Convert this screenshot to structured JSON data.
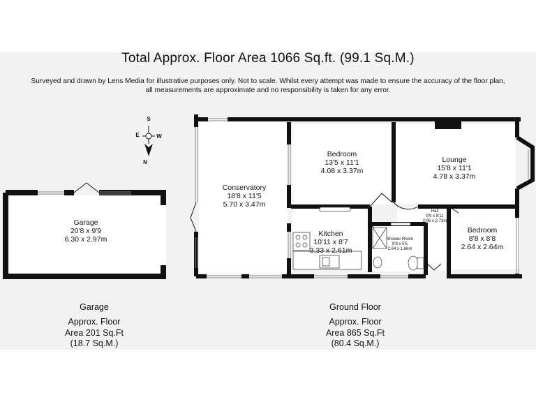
{
  "title": "Total Approx. Floor Area 1066 Sq.ft. (99.1 Sq.M.)",
  "disclaimer": [
    "Surveyed and drawn by Lens Media for illustrative purposes only. Not to scale. Whilst every attempt was made to ensure the accuracy of the floor plan,",
    "all measurements are approximate and no responsibility is taken for any error."
  ],
  "compass": {
    "s": "S",
    "e": "E",
    "w": "W",
    "n": "N"
  },
  "rooms": {
    "garage": {
      "name": "Garage",
      "imperial": "20'8 x 9'9",
      "metric": "6.30 x 2.97m"
    },
    "conservatory": {
      "name": "Conservatory",
      "imperial": "18'8 x 11'5",
      "metric": "5.70 x 3.47m"
    },
    "bedroom1": {
      "name": "Bedroom",
      "imperial": "13'5 x 11'1",
      "metric": "4.08 x 3.37m"
    },
    "lounge": {
      "name": "Lounge",
      "imperial": "15'8 x 11'1",
      "metric": "4.78 x 3.37m"
    },
    "kitchen": {
      "name": "Kitchen",
      "imperial": "10'11 x 8'7",
      "metric": "3.33 x 2.61m"
    },
    "hall": {
      "name": "Hall",
      "imperial": "9'9 x 8'11",
      "metric": "2.96 x 2.73m"
    },
    "shower": {
      "name": "Shower Room",
      "imperial": "8'8 x 5'5",
      "metric": "2.64 x 1.66m"
    },
    "bedroom2": {
      "name": "Bedroom",
      "imperial": "8'8 x 8'8",
      "metric": "2.64 x 2.64m"
    }
  },
  "floors": {
    "garage": {
      "name": "Garage",
      "area1": "Approx. Floor",
      "area2": "Area 201 Sq.Ft",
      "area3": "(18.7 Sq.M.)"
    },
    "ground": {
      "name": "Ground Floor",
      "area1": "Approx. Floor",
      "area2": "Area 865 Sq.Ft",
      "area3": "(80.4 Sq.M.)"
    }
  },
  "colors": {
    "wall": "#111111",
    "panel": "#f2f2f2",
    "room": "#ffffff",
    "fixture": "#ffffff"
  }
}
